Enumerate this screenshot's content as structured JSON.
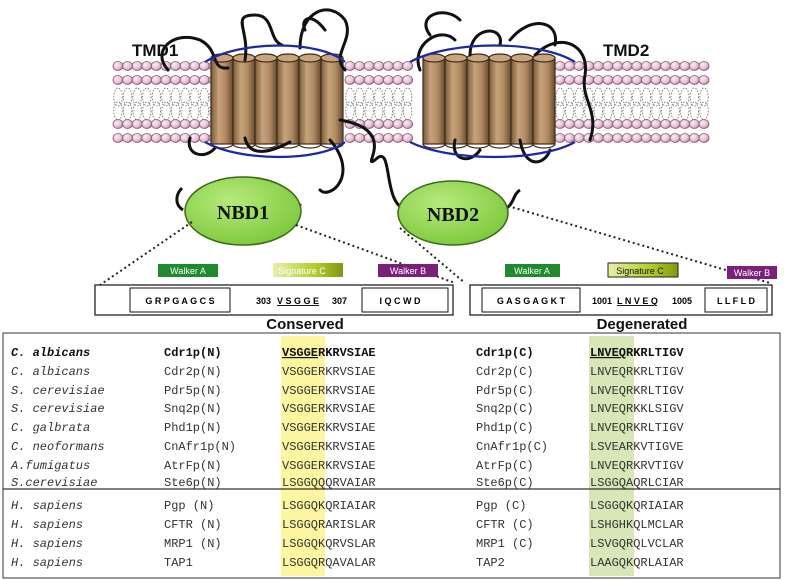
{
  "membrane": {
    "tmd1_label": "TMD1",
    "tmd2_label": "TMD2"
  },
  "nbd1": {
    "label": "NBD1",
    "walker_a_label": "Walker A",
    "walker_a_seq": "G R P G A G C S",
    "signature_label": "Signature C",
    "signature_start": "303",
    "signature_seq": "V S G G E",
    "signature_end": "307",
    "walker_b_label": "Walker B",
    "walker_b_seq": "I Q C W D"
  },
  "nbd2": {
    "label": "NBD2",
    "walker_a_label": "Walker A",
    "walker_a_seq": "G A S G A G K T",
    "signature_label": "Signature C",
    "signature_start": "1001",
    "signature_seq": "L N V E Q",
    "signature_end": "1005",
    "walker_b_label": "Walker B",
    "walker_b_seq": "L L F L D"
  },
  "table": {
    "left_header": "Conserved",
    "right_header": "Degenerated",
    "rows": [
      {
        "species": "C. albicans",
        "prot_n": "Cdr1p(N)",
        "motif_n": "VSGGE",
        "rest_n": "RKRVSIAE",
        "prot_c": "Cdr1p(C)",
        "motif_c": "LNVEQ",
        "rest_c": "RKRLTIGV"
      },
      {
        "species": "C. albicans",
        "prot_n": "Cdr2p(N)",
        "motif_n": "VSGGE",
        "rest_n": "RKRVSIAE",
        "prot_c": "Cdr2p(C)",
        "motif_c": "LNVEQ",
        "rest_c": "RKRLTIGV"
      },
      {
        "species": "S. cerevisiae",
        "prot_n": "Pdr5p(N)",
        "motif_n": "VSGGE",
        "rest_n": "RKRVSIAE",
        "prot_c": "Pdr5p(C)",
        "motif_c": "LNVEQ",
        "rest_c": "RKRLTIGV"
      },
      {
        "species": "S. cerevisiae",
        "prot_n": "Snq2p(N)",
        "motif_n": "VSGGE",
        "rest_n": "RKRVSIAE",
        "prot_c": "Snq2p(C)",
        "motif_c": "LNVEQ",
        "rest_c": "RKKLSIGV"
      },
      {
        "species": "C. galbrata",
        "prot_n": "Phd1p(N)",
        "motif_n": "VSGGE",
        "rest_n": "RKRVSIAE",
        "prot_c": "Phd1p(C)",
        "motif_c": "LNVEQ",
        "rest_c": "RKRLTIGV"
      },
      {
        "species": "C. neoformans",
        "prot_n": "CnAfr1p(N)",
        "motif_n": "VSGGE",
        "rest_n": "RKRVSIAE",
        "prot_c": "CnAfr1p(C)",
        "motif_c": "LSVEA",
        "rest_c": "RKVTIGVE"
      },
      {
        "species": "A.fumigatus",
        "prot_n": "AtrFp(N)",
        "motif_n": "VSGGE",
        "rest_n": "RKRVSIAE",
        "prot_c": "AtrFp(C)",
        "motif_c": "LNVEQ",
        "rest_c": "RKRVTIGV"
      },
      {
        "species": "S.cerevisiae",
        "prot_n": "Ste6p(N)",
        "motif_n": "LSGGQ",
        "rest_n": "QQRVAIAR",
        "prot_c": "Ste6p(C)",
        "motif_c": "LSGGQ",
        "rest_c": "AQRLCIAR"
      },
      {
        "species": "H. sapiens",
        "prot_n": "Pgp   (N)",
        "motif_n": "LSGGQ",
        "rest_n": "KQRIAIAR",
        "prot_c": "Pgp   (C)",
        "motif_c": "LSGGQ",
        "rest_c": "KQRIAIAR"
      },
      {
        "species": "H. sapiens",
        "prot_n": "CFTR  (N)",
        "motif_n": "LSGGQ",
        "rest_n": "RARISLAR",
        "prot_c": "CFTR  (C)",
        "motif_c": "LSHGH",
        "rest_c": "KQLMCLAR"
      },
      {
        "species": "H. sapiens",
        "prot_n": "MRP1  (N)",
        "motif_n": "LSGGQ",
        "rest_n": "KQRVSLAR",
        "prot_c": "MRP1  (C)",
        "motif_c": "LSVGQ",
        "rest_c": "RQLVCLAR"
      },
      {
        "species": "H. sapiens",
        "prot_n": "TAP1",
        "motif_n": "LSGGQ",
        "rest_n": "RQAVALAR",
        "prot_c": "TAP2",
        "motif_c": "LAAGQ",
        "rest_c": "KQRLAIAR"
      }
    ]
  },
  "colors": {
    "lipid_head": "#e8c8dc",
    "helix": "#b08a62",
    "nbd_fill": "#8ed44a",
    "walker_a": "#1f8a2e",
    "signature": "#b4cc2a",
    "walker_b": "#7a1f7a",
    "highlight_yellow": "#fdf6a0",
    "highlight_green": "#d8e6b8",
    "membrane_line": "#1c2aa0"
  }
}
